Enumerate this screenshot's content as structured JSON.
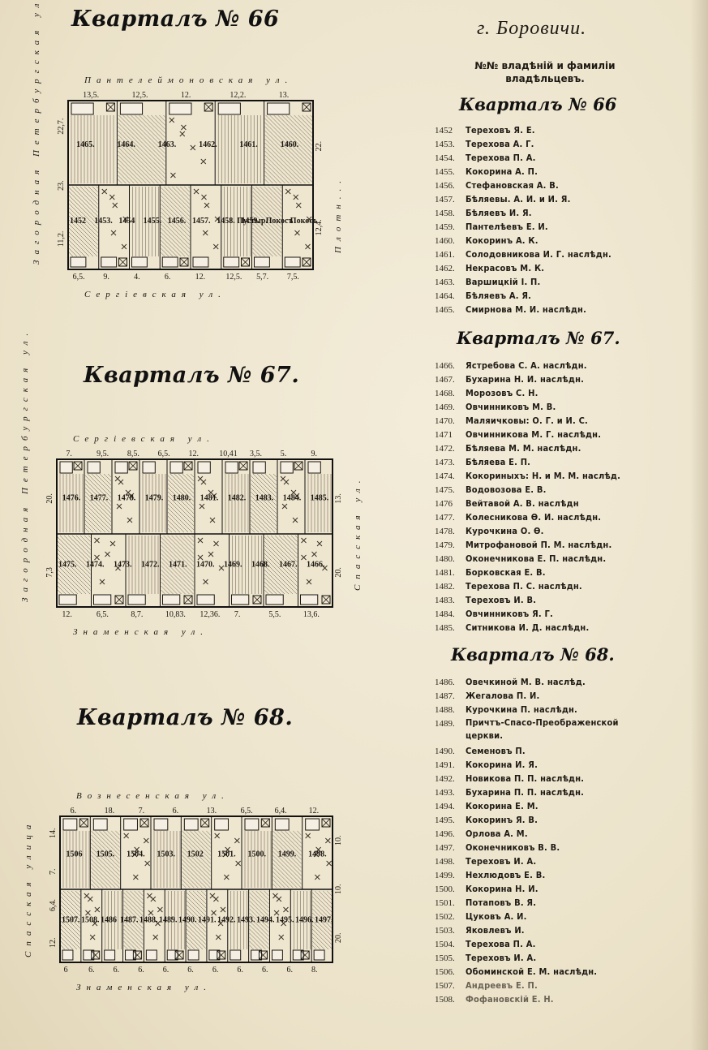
{
  "header": {
    "city": "г. Боровичи.",
    "subtitle": "№№ владѣній и фамиліи владѣльцевъ."
  },
  "blocks": [
    {
      "title": "Кварталъ № 66",
      "map_streets": {
        "top": "Пантелеймоновская ул.",
        "bottom": "Сергіевская ул.",
        "left": "Загородная Петербургская ул.",
        "right": "Плотн..."
      },
      "map_top_dims": [
        "13,5.",
        "12,5.",
        "12.",
        "12,2.",
        "13."
      ],
      "map_bottom_dims": [
        "6,5.",
        "9.",
        "4.",
        "6.",
        "12.",
        "12,5.",
        "5,7.",
        "7,5."
      ],
      "map_side_dims": [
        "22,7.",
        "23.",
        "11,2.",
        "22.",
        "12,4."
      ],
      "map_plots": [
        "1465.",
        "1464.",
        "1463.",
        "1462.",
        "1461.",
        "1460.",
        "1452",
        "1453.",
        "1454",
        "1455.",
        "1456.",
        "1457.",
        "1458. Пустыр.",
        "1459.",
        "Покосъ",
        "Покосъ"
      ],
      "owners": [
        {
          "num": "1452",
          "name": "Тереховъ Я. Е."
        },
        {
          "num": "1453.",
          "name": "Терехова А. Г."
        },
        {
          "num": "1454.",
          "name": "Терехова П. А."
        },
        {
          "num": "1455.",
          "name": "Кокорина А. П."
        },
        {
          "num": "1456.",
          "name": "Стефановская А. В."
        },
        {
          "num": "1457.",
          "name": "Бѣляевы. А. И. и И. Я."
        },
        {
          "num": "1458.",
          "name": "Бѣляевъ И. Я."
        },
        {
          "num": "1459.",
          "name": "Пантелѣевъ Е. И."
        },
        {
          "num": "1460.",
          "name": "Кокоринъ А. К."
        },
        {
          "num": "1461.",
          "name": "Солодовникова И. Г. наслѣдн."
        },
        {
          "num": "1462.",
          "name": "Некрасовъ М. К."
        },
        {
          "num": "1463.",
          "name": "Варшицкій І. П."
        },
        {
          "num": "1464.",
          "name": "Бѣляевъ А. Я."
        },
        {
          "num": "1465.",
          "name": "Смирнова М. И. наслѣдн."
        }
      ]
    },
    {
      "title": "Кварталъ № 67.",
      "map_streets": {
        "top": "Сергіевская ул.",
        "bottom": "Знаменская ул.",
        "left": "Загородная Петербургская ул.",
        "right": "Спасская ул."
      },
      "map_top_dims": [
        "7.",
        "9,5.",
        "8,5.",
        "6,5.",
        "12.",
        "10,41",
        "3,5.",
        "5.",
        "9."
      ],
      "map_bottom_dims": [
        "12.",
        "6,5.",
        "8,7.",
        "10,83.",
        "12,36.",
        "7.",
        "5,5.",
        "13,6."
      ],
      "map_side_dims": [
        "20.",
        "7,3",
        "13.",
        "20."
      ],
      "map_plots": [
        "1476.",
        "1477.",
        "1478.",
        "1479.",
        "1480.",
        "1481.",
        "1482.",
        "1483.",
        "1484.",
        "1485.",
        "1475.",
        "1474.",
        "1473.",
        "1472.",
        "1471.",
        "1470.",
        "1469.",
        "1468.",
        "1467.",
        "1466."
      ],
      "owners": [
        {
          "num": "1466.",
          "name": "Ястребова С. А. наслѣдн."
        },
        {
          "num": "1467.",
          "name": "Бухарина Н. И. наслѣдн."
        },
        {
          "num": "1468.",
          "name": "Морозовъ С. Н."
        },
        {
          "num": "1469.",
          "name": "Овчинниковъ М. В."
        },
        {
          "num": "1470.",
          "name": "Маляичковы: О. Г. и И. С."
        },
        {
          "num": "1471",
          "name": "Овчинникова М. Г. наслѣдн."
        },
        {
          "num": "1472.",
          "name": "Бѣляева М. М. наслѣдн."
        },
        {
          "num": "1473.",
          "name": "Бѣляева Е. П."
        },
        {
          "num": "1474.",
          "name": "Кокориныхъ: Н. и М. М. наслѣд."
        },
        {
          "num": "1475.",
          "name": "Водовозова Е. В."
        },
        {
          "num": "1476",
          "name": "Вейтавой А. В. наслѣдн"
        },
        {
          "num": "1477.",
          "name": "Колесникова Ѳ. И. наслѣдн."
        },
        {
          "num": "1478.",
          "name": "Курочкина О. Ѳ."
        },
        {
          "num": "1479.",
          "name": "Митрофановой П. М. наслѣдн."
        },
        {
          "num": "1480.",
          "name": "Оконечникова Е. П. наслѣдн."
        },
        {
          "num": "1481.",
          "name": "Борковская Е. В."
        },
        {
          "num": "1482.",
          "name": "Терехова П. С. наслѣдн."
        },
        {
          "num": "1483.",
          "name": "Тереховъ И. В."
        },
        {
          "num": "1484.",
          "name": "Овчинниковъ Я. Г."
        },
        {
          "num": "1485.",
          "name": "Ситникова И. Д. наслѣдн."
        }
      ]
    },
    {
      "title": "Кварталъ № 68.",
      "map_streets": {
        "top": "Вознесенская ул.",
        "bottom": "Знаменская ул.",
        "left": "Спасская улица"
      },
      "map_top_dims": [
        "6.",
        "18.",
        "7.",
        "6.",
        "13.",
        "6,5.",
        "6,4.",
        "12."
      ],
      "map_bottom_dims": [
        "6",
        "6.",
        "6.",
        "6.",
        "6.",
        "6.",
        "6.",
        "6.",
        "6.",
        "6.",
        "8."
      ],
      "map_side_dims": [
        "14.",
        "7.",
        "6,4.",
        "12.",
        "10.",
        "10.",
        "20."
      ],
      "map_plots": [
        "1506",
        "1505.",
        "1504.",
        "1503.",
        "1502",
        "1501.",
        "1500.",
        "1499.",
        "1498.",
        "1507.",
        "1508.",
        "1486",
        "1487.",
        "1488.",
        "1489.",
        "1490.",
        "1491.",
        "1492.",
        "1493.",
        "1494.",
        "1495.",
        "1496.",
        "1497."
      ],
      "owners": [
        {
          "num": "1486.",
          "name": "Овечкиной М. В. наслѣд."
        },
        {
          "num": "1487.",
          "name": "Жегалова П. И."
        },
        {
          "num": "1488.",
          "name": "Курочкина П. наслѣдн."
        },
        {
          "num": "1489.",
          "name": "Причтъ-Спасо-Преображенской церкви.",
          "wrap": true
        },
        {
          "num": "1490.",
          "name": "Семеновъ П."
        },
        {
          "num": "1491.",
          "name": "Кокорина И. Я."
        },
        {
          "num": "1492.",
          "name": "Новикова П. П. наслѣдн."
        },
        {
          "num": "1493.",
          "name": "Бухарина П. П. наслѣдн."
        },
        {
          "num": "1494.",
          "name": "Кокорина Е. М."
        },
        {
          "num": "1495.",
          "name": "Кокоринъ Я. В."
        },
        {
          "num": "1496.",
          "name": "Орлова А. М."
        },
        {
          "num": "1497.",
          "name": "Оконечниковъ В. В."
        },
        {
          "num": "1498.",
          "name": "Тереховъ И. А."
        },
        {
          "num": "1499.",
          "name": "Нехлюдовъ Е. В."
        },
        {
          "num": "1500.",
          "name": "Кокорина Н. И."
        },
        {
          "num": "1501.",
          "name": "Потаповъ В. Я."
        },
        {
          "num": "1502.",
          "name": "Цуковъ А. И."
        },
        {
          "num": "1503.",
          "name": "Яковлевъ И."
        },
        {
          "num": "1504.",
          "name": "Терехова П. А."
        },
        {
          "num": "1505.",
          "name": "Тереховъ И. А."
        },
        {
          "num": "1506.",
          "name": "Обоминской Е. М. наслѣдн."
        },
        {
          "num": "1507.",
          "name": "Андреевъ Е. П.",
          "faded": true
        },
        {
          "num": "1508.",
          "name": "Фофановскій Е. Н.",
          "faded": true
        }
      ]
    }
  ]
}
